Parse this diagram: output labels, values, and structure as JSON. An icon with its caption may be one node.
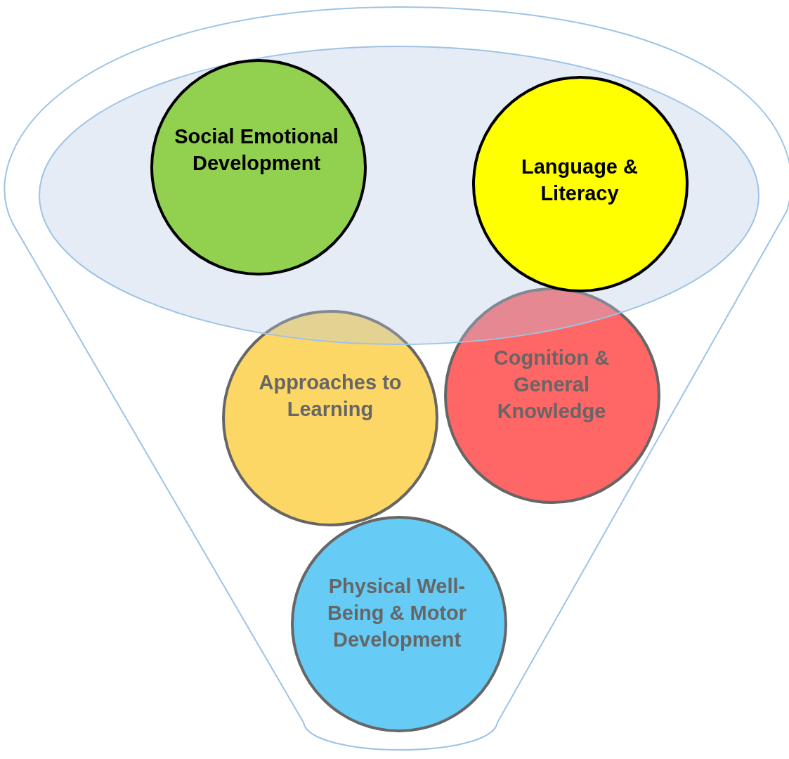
{
  "diagram": {
    "nodes": [
      {
        "text": [
          "Social Emotional Development"
        ]
      },
      {
        "text": [
          "Language & Literacy"
        ]
      },
      {
        "text": [
          "Approaches to Learning"
        ]
      },
      {
        "text": [
          "Cognition & General Knowledge"
        ]
      },
      {
        "text": [
          "Physical Well-Being & Motor Development"
        ]
      }
    ]
  }
}
